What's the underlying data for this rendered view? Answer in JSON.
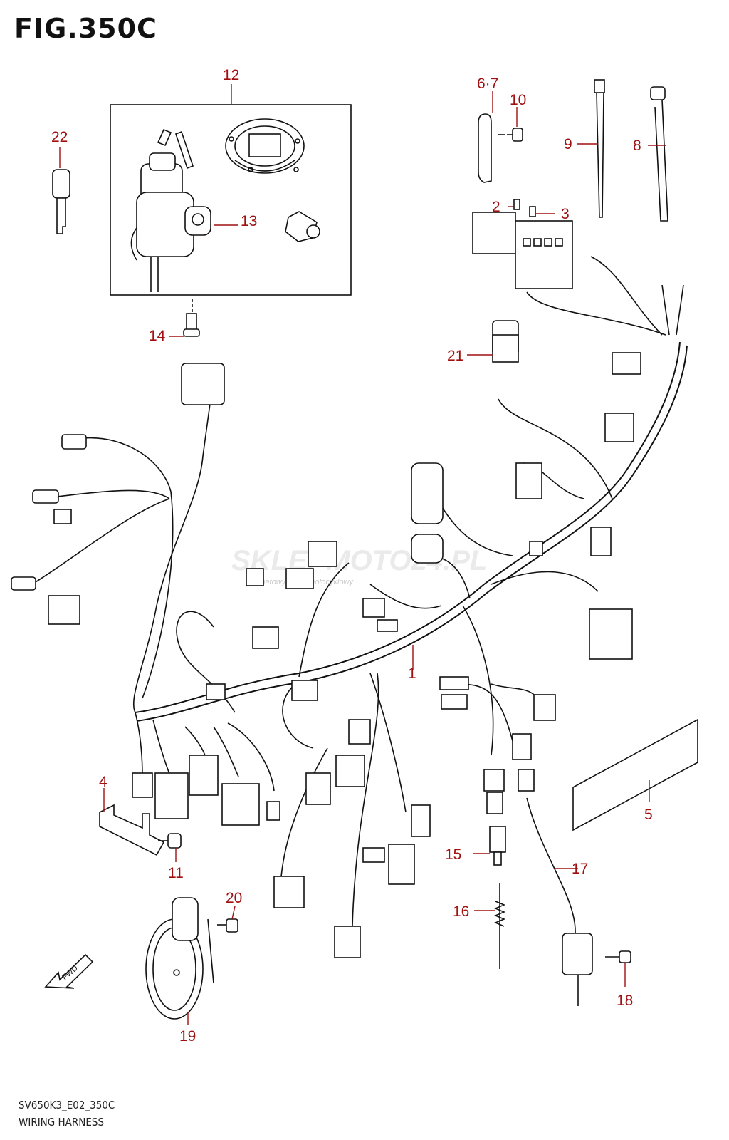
{
  "figure": {
    "title": "FIG.350C",
    "model_code": "SV650K3_E02_350C",
    "name": "WIRING HARNESS"
  },
  "callouts": [
    "1",
    "2",
    "3",
    "4",
    "5",
    "6·7",
    "8",
    "9",
    "10",
    "11",
    "12",
    "13",
    "14",
    "15",
    "16",
    "17",
    "18",
    "19",
    "20",
    "21",
    "22"
  ],
  "watermark": {
    "text": "SKLEPMOTO24.PL",
    "sub": "internetowy sklep motocyklowy"
  },
  "fwd_label": "FWD",
  "colors": {
    "callout": "#a01010",
    "line": "#111111"
  }
}
